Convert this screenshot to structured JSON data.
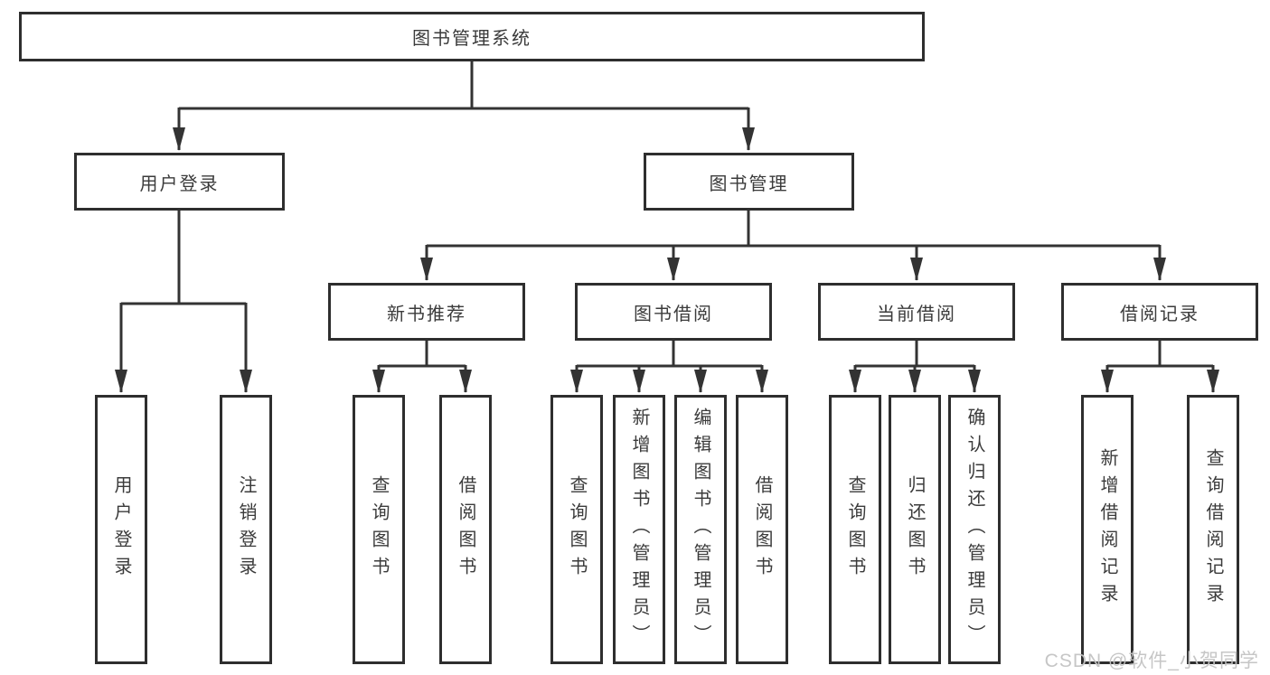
{
  "diagram": {
    "title": "图书管理系统",
    "branches": [
      {
        "label": "用户登录",
        "children": [
          "用户登录",
          "注销登录"
        ]
      },
      {
        "label": "图书管理",
        "groups": [
          {
            "label": "新书推荐",
            "children": [
              "查询图书",
              "借阅图书"
            ]
          },
          {
            "label": "图书借阅",
            "children": [
              "查询图书",
              "新增图书（管理员）",
              "编辑图书（管理员）",
              "借阅图书"
            ]
          },
          {
            "label": "当前借阅",
            "children": [
              "查询图书",
              "归还图书",
              "确认归还（管理员）"
            ]
          },
          {
            "label": "借阅记录",
            "children": [
              "新增借阅记录",
              "查询借阅记录"
            ]
          }
        ]
      }
    ]
  },
  "watermark": "CSDN @软件_小贺同学",
  "colors": {
    "line": "#333333",
    "border": "#2e2e2e",
    "text": "#3b3b3b",
    "watermark": "#c3c3c3",
    "background": "#ffffff"
  }
}
